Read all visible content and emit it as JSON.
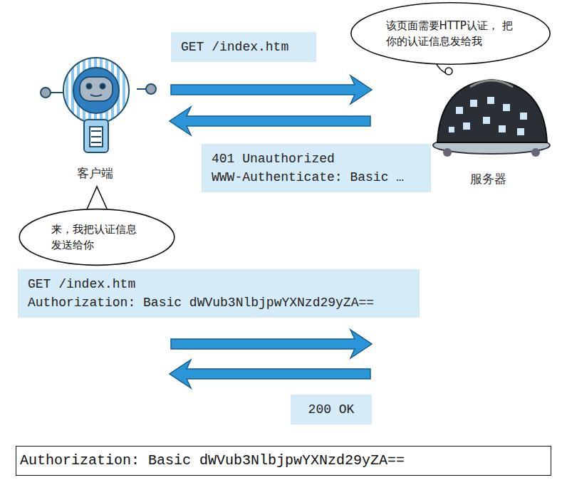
{
  "diagram": {
    "nodes": [
      {
        "text": [
          "GET /index.htm"
        ]
      },
      {
        "text": [
          "该页面需要HTTP认证， 把你的认证信息发给我"
        ]
      },
      {
        "text": [
          "401 Unauthorized",
          "WWW-Authenticate: Basic …"
        ]
      },
      {
        "text": [
          "来，我把认证信息 发送给你"
        ]
      },
      {
        "text": [
          "GET /index.htm",
          "Authorization: Basic dWVub3NlbjpwYXNzd29yZA=="
        ]
      },
      {
        "text": [
          "200 OK"
        ]
      },
      {
        "text": [
          "Authorization: Basic dWVub3NlbjpwYXNzd29yZA=="
        ]
      }
    ],
    "labels": [
      "客户端",
      "服务器"
    ]
  }
}
